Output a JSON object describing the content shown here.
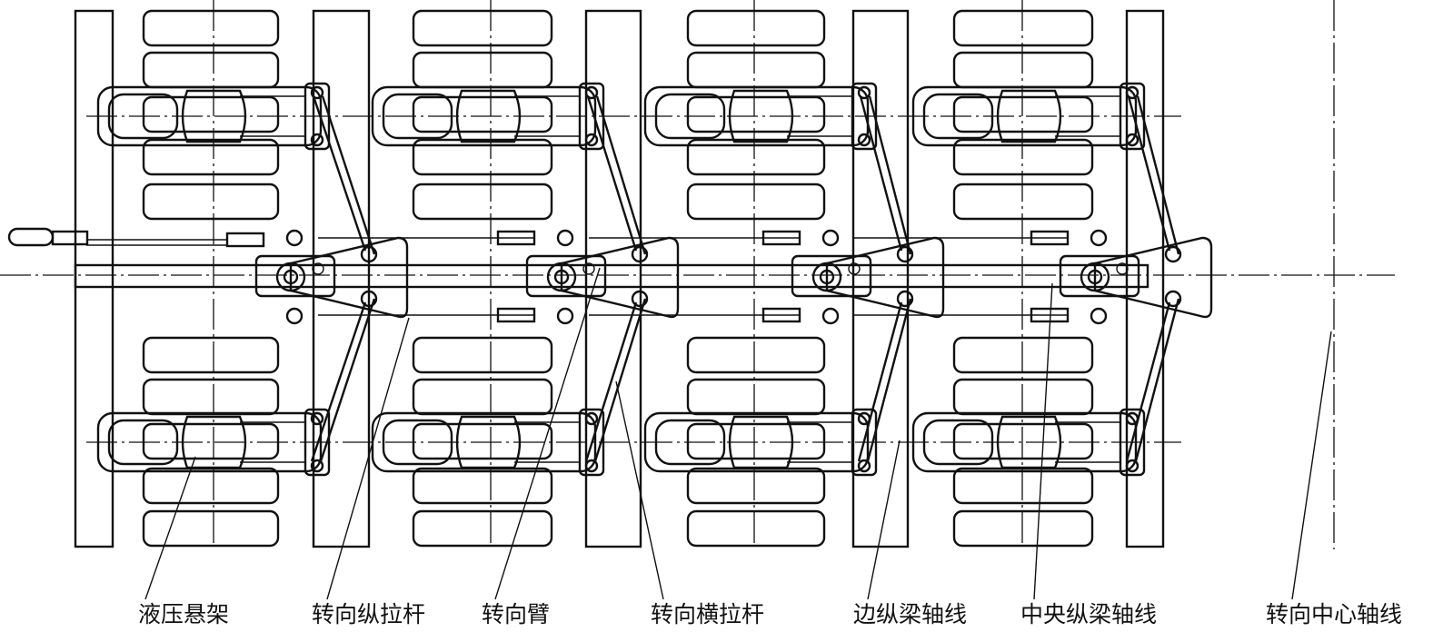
{
  "diagram": {
    "labels": [
      {
        "id": "hydraulic-suspension",
        "text": "液压悬架"
      },
      {
        "id": "steering-drag-link",
        "text": "转向纵拉杆"
      },
      {
        "id": "steering-arm",
        "text": "转向臂"
      },
      {
        "id": "steering-tie-rod",
        "text": "转向横拉杆"
      },
      {
        "id": "side-beam-axis",
        "text": "边纵梁轴线"
      },
      {
        "id": "center-beam-axis",
        "text": "中央纵梁轴线"
      },
      {
        "id": "steering-center-axis",
        "text": "转向中心轴线"
      }
    ]
  }
}
